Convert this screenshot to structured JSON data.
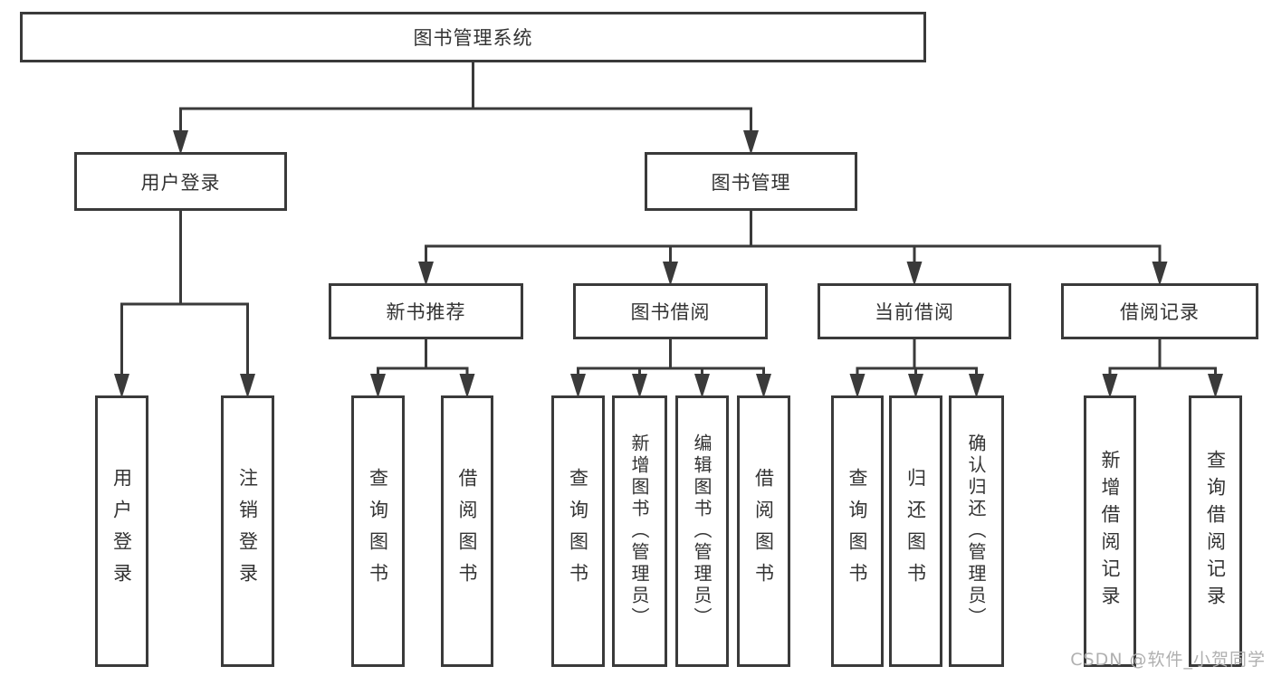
{
  "diagram": {
    "title": "图书管理系统",
    "type": "hierarchy-tree",
    "nodes": [
      {
        "id": "root",
        "label": "图书管理系统",
        "parent": null
      },
      {
        "id": "user-login",
        "label": "用户登录",
        "parent": "root"
      },
      {
        "id": "book-mgmt",
        "label": "图书管理",
        "parent": "root"
      },
      {
        "id": "user-login-op",
        "label": "用户登录",
        "parent": "user-login"
      },
      {
        "id": "logout",
        "label": "注销登录",
        "parent": "user-login"
      },
      {
        "id": "new-book-rec",
        "label": "新书推荐",
        "parent": "book-mgmt"
      },
      {
        "id": "book-borrow",
        "label": "图书借阅",
        "parent": "book-mgmt"
      },
      {
        "id": "current-borrow",
        "label": "当前借阅",
        "parent": "book-mgmt"
      },
      {
        "id": "borrow-record",
        "label": "借阅记录",
        "parent": "book-mgmt"
      },
      {
        "id": "nb-query",
        "label": "查询图书",
        "parent": "new-book-rec"
      },
      {
        "id": "nb-borrow",
        "label": "借阅图书",
        "parent": "new-book-rec"
      },
      {
        "id": "bb-query",
        "label": "查询图书",
        "parent": "book-borrow"
      },
      {
        "id": "bb-add",
        "label": "新增图书（管理员）",
        "parent": "book-borrow"
      },
      {
        "id": "bb-edit",
        "label": "编辑图书（管理员）",
        "parent": "book-borrow"
      },
      {
        "id": "bb-borrow",
        "label": "借阅图书",
        "parent": "book-borrow"
      },
      {
        "id": "cb-query",
        "label": "查询图书",
        "parent": "current-borrow"
      },
      {
        "id": "cb-return",
        "label": "归还图书",
        "parent": "current-borrow"
      },
      {
        "id": "cb-confirm",
        "label": "确认归还（管理员）",
        "parent": "current-borrow"
      },
      {
        "id": "br-add",
        "label": "新增借阅记录",
        "parent": "borrow-record"
      },
      {
        "id": "br-query",
        "label": "查询借阅记录",
        "parent": "borrow-record"
      }
    ]
  },
  "watermark": {
    "text": "CSDN @软件_小贺同学"
  },
  "colors": {
    "box_border": "#3a3a3a",
    "connector": "#3a3a3a",
    "text": "#333333",
    "watermark": "#b0b0b0",
    "background": "#ffffff"
  }
}
